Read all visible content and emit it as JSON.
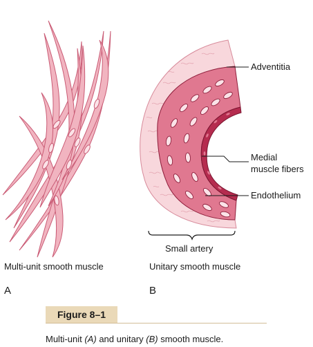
{
  "panel_a": {
    "label": "Multi-unit smooth muscle",
    "letter": "A"
  },
  "panel_b": {
    "label": "Unitary smooth muscle",
    "letter": "B",
    "bracket_label": "Small artery",
    "callouts": {
      "adventitia": "Adventitia",
      "medial_line1": "Medial",
      "medial_line2": "muscle fibers",
      "endothelium": "Endothelium"
    }
  },
  "figure": {
    "tag": "Figure 8–1",
    "caption": {
      "part1": "Multi-unit ",
      "a_ref": "(A)",
      "part2": " and unitary ",
      "b_ref": "(B)",
      "part3": " smooth muscle."
    }
  },
  "colors": {
    "fiber_fill": "#f1b4c0",
    "fiber_stroke": "#c95a74",
    "adventitia_fill": "#f8d7dc",
    "media_fill": "#e07890",
    "media_stroke": "#8e1f3c",
    "nucleus_fill": "#fbe3e8",
    "endothelium_fill": "#b52c4f",
    "figure_tag_bg": "#ead9b8"
  }
}
